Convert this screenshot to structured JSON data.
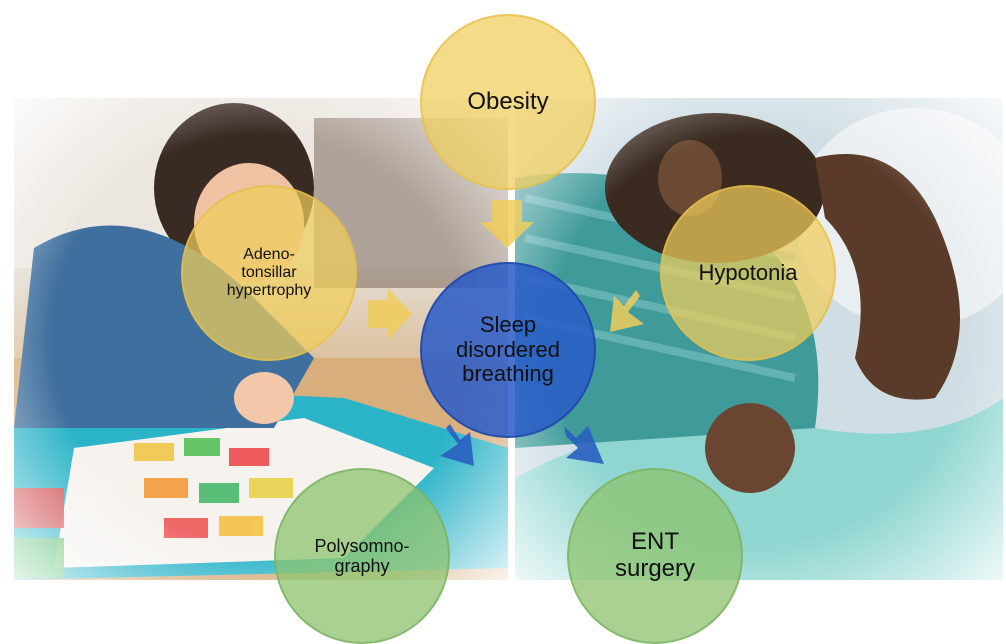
{
  "diagram": {
    "nodes": [
      {
        "id": "obesity",
        "label": "Obesity",
        "group": "cause"
      },
      {
        "id": "adeno",
        "label": "Adeno-\ntonsillar\nhypertrophy",
        "group": "cause"
      },
      {
        "id": "hypo",
        "label": "Hypotonia",
        "group": "cause"
      },
      {
        "id": "sdb",
        "label": "Sleep\ndisordered\nbreathing",
        "group": "condition"
      },
      {
        "id": "poly",
        "label": "Polysomno-\ngraphy",
        "group": "outcome"
      },
      {
        "id": "ent",
        "label": "ENT\nsurgery",
        "group": "outcome"
      }
    ],
    "edges": [
      {
        "from": "obesity",
        "to": "sdb"
      },
      {
        "from": "adeno",
        "to": "sdb"
      },
      {
        "from": "hypo",
        "to": "sdb"
      },
      {
        "from": "sdb",
        "to": "poly"
      },
      {
        "from": "sdb",
        "to": "ent"
      }
    ],
    "colors": {
      "cause": "#f0cd5a",
      "condition": "#285ac8",
      "outcome": "#8cc36e",
      "arrow_in": "#f0cd5a",
      "arrow_out": "#2a5fc0"
    },
    "photos": [
      {
        "description_icon": "child-puzzle-photo"
      },
      {
        "description_icon": "sleeping-child-photo"
      }
    ]
  }
}
